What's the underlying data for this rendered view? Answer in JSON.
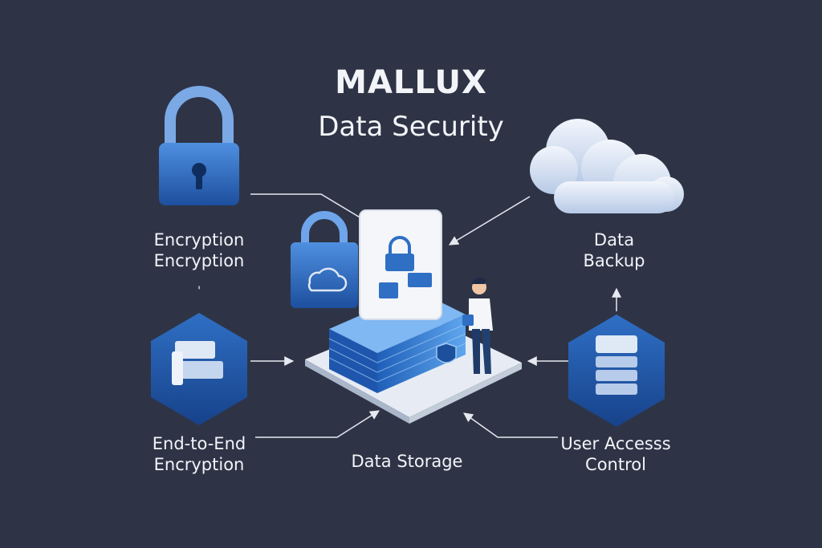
{
  "header": {
    "brand": "MALLUX",
    "subtitle": "Data Security"
  },
  "labels": {
    "encryption": [
      "Encryption",
      "Encryption"
    ],
    "backup": [
      "Data",
      "Backup"
    ],
    "e2e": [
      "End-to-End",
      "Encryption"
    ],
    "storage": "Data Storage",
    "access": [
      "User Accesss",
      "Control"
    ],
    "stray_mark": "'"
  },
  "icons": {
    "encryption": "padlock-icon",
    "backup": "cloud-icon",
    "e2e": "keyboard-icon",
    "access": "server-rack-icon",
    "hub": "secure-data-platform-icon"
  },
  "colors": {
    "background": "#2e3446",
    "text": "#f2f4f8",
    "blue_dark": "#1c4f9c",
    "blue_mid": "#2f6fc4",
    "blue_light": "#5fa0e8",
    "cloud": "#dfe8f5",
    "arrow": "#e6e9ef"
  }
}
